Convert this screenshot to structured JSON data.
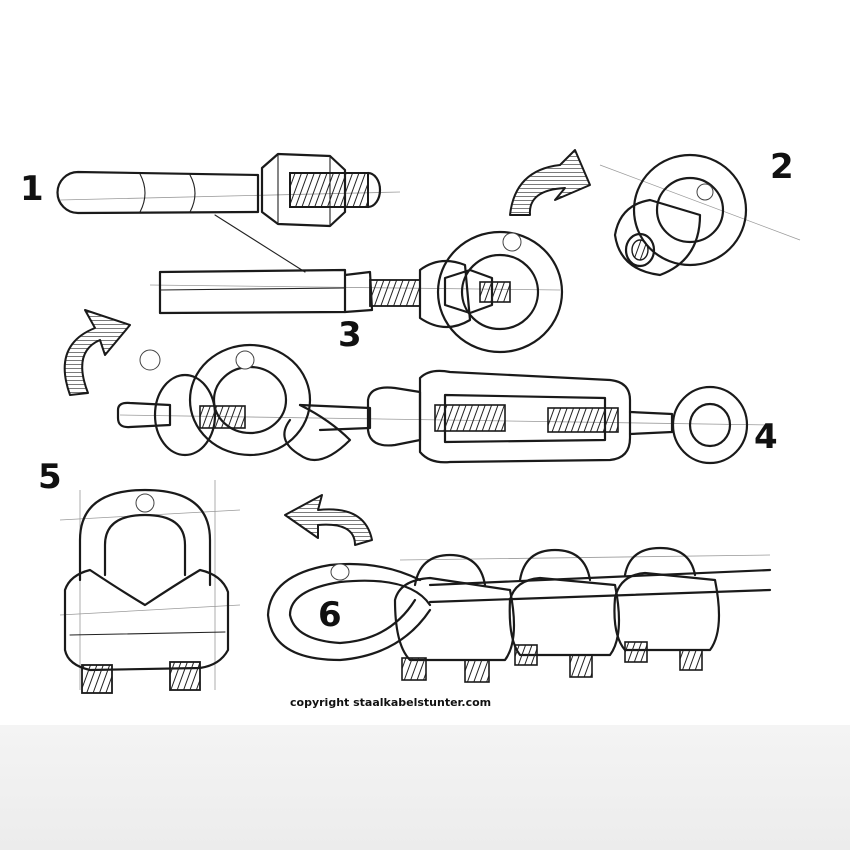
{
  "steps": [
    {
      "number": "1",
      "item": "threaded-rod"
    },
    {
      "number": "2",
      "item": "eye-nut"
    },
    {
      "number": "3",
      "item": "rod-with-eye-nut"
    },
    {
      "number": "4",
      "item": "turnbuckle-with-hook"
    },
    {
      "number": "5",
      "item": "wire-rope-clip"
    },
    {
      "number": "6",
      "item": "cable-loop-with-clips"
    }
  ],
  "copyright": "copyright staalkabelstunter.com",
  "colors": {
    "ink": "#1a1a1a",
    "arrow_fill": "#cfcfcf",
    "background": "#ffffff",
    "band": "#eeeeee"
  }
}
